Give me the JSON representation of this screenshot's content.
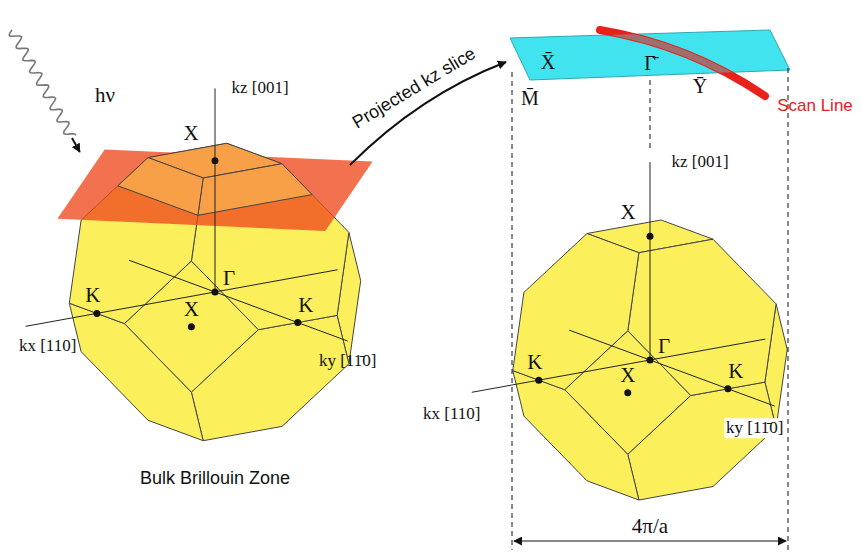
{
  "diagram": {
    "labels": [
      "hν",
      "kz [001]",
      "X",
      "Γ",
      "K",
      "K",
      "X",
      "kx [110]",
      "ky [11̄0]",
      "Bulk Brillouin Zone",
      "Projected kz slice",
      "X̄",
      "M̄",
      "Γ̄",
      "Ȳ",
      "Scan Line",
      "kz [001]",
      "X",
      "Γ",
      "K",
      "K",
      "X",
      "kx [110]",
      "ky [11̄0]",
      "4π/a"
    ]
  }
}
